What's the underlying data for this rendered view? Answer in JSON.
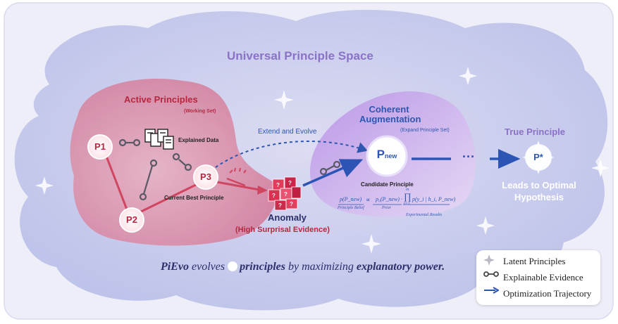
{
  "title": "Universal Principle Space",
  "active": {
    "heading": "Active Principles",
    "sub": "(Working Set)",
    "explained_data": "Explained Data",
    "current_best": "Current Best Principle",
    "nodes": [
      "P1",
      "P2",
      "P3"
    ]
  },
  "extend_label": "Extend and Evolve",
  "coherent": {
    "heading_line1": "Coherent",
    "heading_line2": "Augmentation",
    "sub": "(Expand Principle Set)",
    "node_main": "P",
    "node_sub": "new",
    "candidate": "Candidate Principle",
    "formula": {
      "lhs": "p(P_new)",
      "rel": "∝",
      "prior": "p₀(P_new) ·",
      "prod": "∏",
      "prod_lower": "i=1",
      "prod_upper": "m",
      "likelihood": "p(y_i | h_i, P_new)",
      "belief_label": "Principle Belief",
      "prior_label": "Prior",
      "evidence_label": "Experimental Results"
    }
  },
  "ellipsis": "···",
  "true_principle": {
    "heading": "True Principle",
    "node": "P*",
    "leads_line1": "Leads to Optimal",
    "leads_line2": "Hypothesis"
  },
  "anomaly": {
    "heading": "Anomaly",
    "sub": "(High Surprisal Evidence)"
  },
  "tagline": {
    "part1": "PiEvo",
    "part2": " evolves ",
    "part3": "principles",
    "part4": " by maximizing ",
    "part5": "explanatory power."
  },
  "legend": [
    {
      "icon": "star-icon",
      "label": "Latent Principles"
    },
    {
      "icon": "evidence-chain-icon",
      "label": "Explainable Evidence"
    },
    {
      "icon": "arrow-right-icon",
      "label": "Optimization Trajectory"
    }
  ],
  "colors": {
    "cloud": "#c9cdee",
    "active_region": "#d98aa6",
    "coherent_region": "#c9a6ea",
    "principle_red": "#b5283f",
    "coherent_blue": "#2d57b0",
    "title_purple": "#8a72c6",
    "trajectory_blue": "#2b54b5",
    "leads_text": "#ffffff"
  }
}
